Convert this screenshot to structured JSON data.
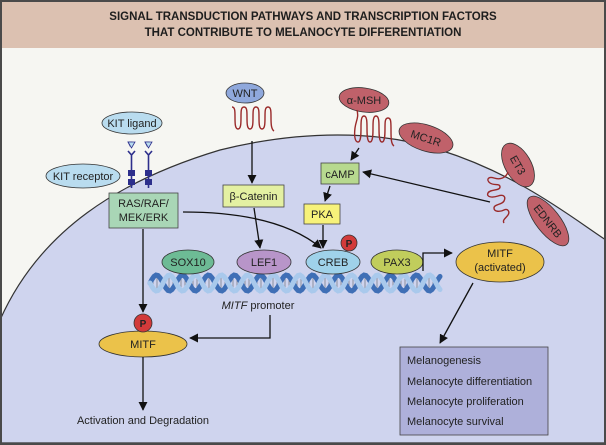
{
  "title": {
    "line1": "SIGNAL TRANSDUCTION PATHWAYS AND TRANSCRIPTION FACTORS",
    "line2": "THAT CONTRIBUTE TO MELANOCYTE DIFFERENTIATION"
  },
  "ligands": {
    "kit_ligand": "KIT ligand",
    "wnt": "WNT",
    "alpha_msh": "α-MSH",
    "et3": "ET3"
  },
  "receptors": {
    "kit_receptor": "KIT receptor",
    "mc1r": "MC1R",
    "ednrb": "EDNRB"
  },
  "signaling": {
    "ras_raf_line1": "RAS/RAF/",
    "ras_raf_line2": "MEK/ERK",
    "beta_catenin": "β-Catenin",
    "camp": "cAMP",
    "pka": "PKA"
  },
  "transcription_factors": {
    "sox10": "SOX10",
    "lef1": "LEF1",
    "creb": "CREB",
    "pax3": "PAX3"
  },
  "phospho_label": "P",
  "promoter": {
    "italic": "MITF",
    "rest": " promoter"
  },
  "mitf": {
    "label": "MITF",
    "activated_line1": "MITF",
    "activated_line2": "(activated)"
  },
  "outcome_left": "Activation and Degradation",
  "outcomes": [
    "Melanogenesis",
    "Melanocyte differentiation",
    "Melanocyte proliferation",
    "Melanocyte survival"
  ],
  "colors": {
    "header_bg": "#dcc1b1",
    "outside_bg": "#f6f6f2",
    "cell_bg": "#cfd4ee",
    "border": "#4a4a4a",
    "kit": "#b9dcef",
    "wnt": "#8fa8dc",
    "red_oval": "#c0616a",
    "receptor_stroke": "#9a2a2a",
    "green_box": "#a9d6b6",
    "light_green_box": "#b7d98f",
    "yellow_green_box": "#e4f0a2",
    "yellow_box": "#f7f27a",
    "sox10": "#6dbb95",
    "lef1": "#b895c9",
    "creb": "#9fd2ea",
    "pax3": "#c1cd5c",
    "mitf": "#ebc24a",
    "phospho": "#d23a3a",
    "outcome_box": "#aeb0da",
    "dna_dark": "#3f6fb6",
    "dna_light": "#a9c9ec",
    "kit_blue": "#2d2f8c"
  }
}
